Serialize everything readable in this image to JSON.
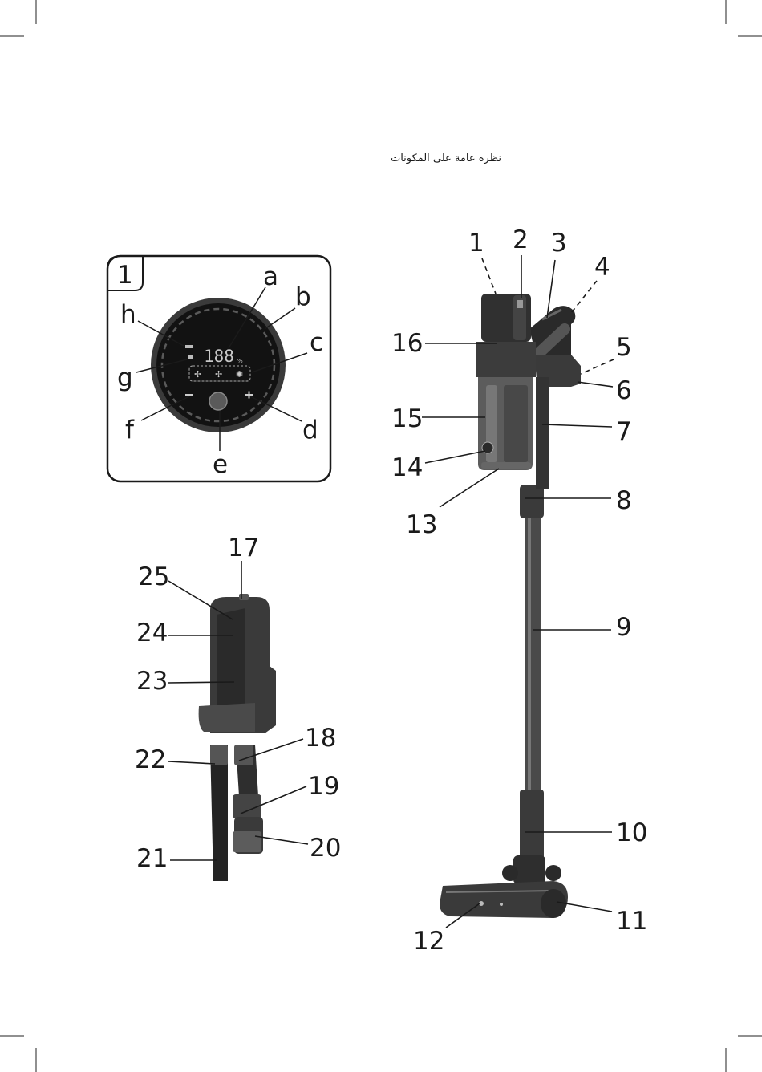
{
  "heading": "نظرة عامة على المكونات",
  "panel": {
    "number": "1",
    "display_digits": "188",
    "display_unit": "%",
    "labels": {
      "a": "a",
      "b": "b",
      "c": "c",
      "d": "d",
      "e": "e",
      "f": "f",
      "g": "g",
      "h": "h"
    }
  },
  "main_labels": {
    "n1": "1",
    "n2": "2",
    "n3": "3",
    "n4": "4",
    "n5": "5",
    "n6": "6",
    "n7": "7",
    "n8": "8",
    "n9": "9",
    "n10": "10",
    "n11": "11",
    "n12": "12",
    "n13": "13",
    "n14": "14",
    "n15": "15",
    "n16": "16"
  },
  "accessory_labels": {
    "n17": "17",
    "n18": "18",
    "n19": "19",
    "n20": "20",
    "n21": "21",
    "n22": "22",
    "n23": "23",
    "n24": "24",
    "n25": "25"
  }
}
